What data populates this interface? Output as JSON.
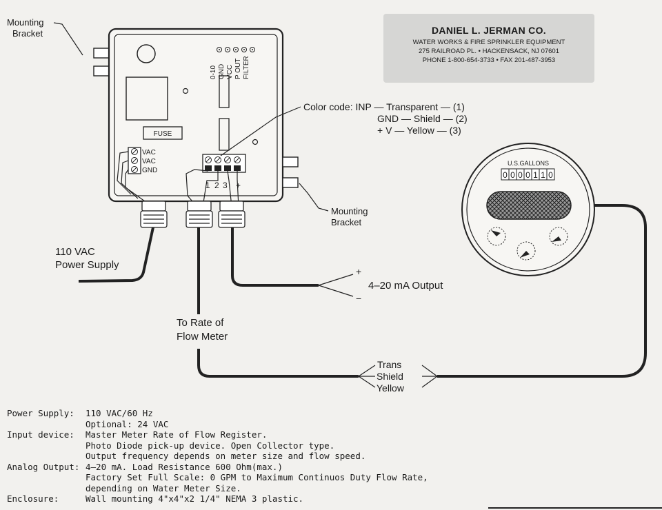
{
  "company": {
    "name": "DANIEL L. JERMAN CO.",
    "tagline": "WATER WORKS & FIRE SPRINKLER EQUIPMENT",
    "address": "275 RAILROAD PL. • HACKENSACK, NJ 07601",
    "phone": "PHONE 1-800-654-3733 • FAX 201-487-3953"
  },
  "labels": {
    "bracket_top_1": "Mounting",
    "bracket_top_2": "Bracket",
    "bracket_right_1": "Mounting",
    "bracket_right_2": "Bracket",
    "term_top": [
      "0-10",
      "GND",
      "VCC",
      "P OUT",
      "FILTER"
    ],
    "fuse": "FUSE",
    "ac_terms": [
      "VAC",
      "VAC",
      "GND"
    ],
    "in_terms": [
      "1",
      "2",
      "3",
      "+"
    ],
    "color_code": [
      "Color code: INP  — Transparent — (1)",
      "GND  — Shield — (2)",
      "+ V  — Yellow — (3)"
    ],
    "power_1": "110  VAC",
    "power_2": "Power  Supply",
    "output_plus": "+",
    "output_minus": "−",
    "output": "4–20  mA  Output",
    "to_rate_1": "To  Rate  of",
    "to_rate_2": "Flow  Meter",
    "wires": [
      "Trans",
      "Shield",
      "Yellow"
    ],
    "meter_title": "U.S.GALLONS",
    "meter_digits": [
      "0",
      "0",
      "0",
      "0",
      "1",
      "1",
      "0"
    ]
  },
  "specs": [
    {
      "label": "Power Supply:",
      "value": "110 VAC/60 Hz"
    },
    {
      "label": "",
      "value": "Optional: 24 VAC"
    },
    {
      "label": "Input device:",
      "value": "Master Meter Rate of Flow Register."
    },
    {
      "label": "",
      "value": "Photo Diode pick-up device. Open Collector type."
    },
    {
      "label": "",
      "value": "Output frequency depends on meter size and flow speed."
    },
    {
      "label": "Analog Output:",
      "value": "4–20 mA. Load Resistance 600 Ohm(max.)"
    },
    {
      "label": "",
      "value": "Factory Set Full Scale: 0 GPM to Maximum Continuos Duty Flow Rate,"
    },
    {
      "label": "",
      "value": "depending on Water Meter Size."
    },
    {
      "label": "Enclosure:",
      "value": "Wall mounting 4\"x4\"x2 1/4\" NEMA 3 plastic."
    }
  ]
}
